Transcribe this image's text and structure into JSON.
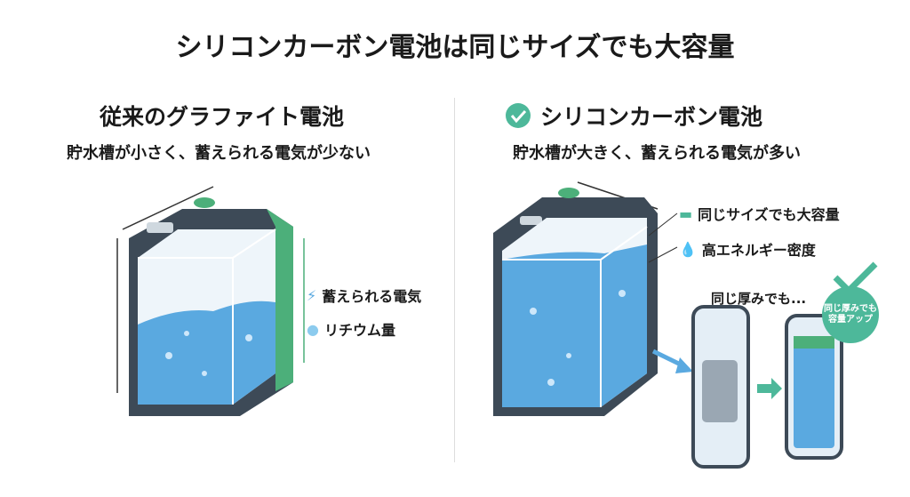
{
  "title": "シリコンカーボン電池は同じサイズでも大容量",
  "left": {
    "heading": "従来のグラファイト電池",
    "subheading": "貯水槽が小さく、蓄えられる電気が少ない",
    "labels": [
      {
        "icon": "lightning-icon",
        "text": "蓄えられる電気"
      },
      {
        "icon": "dot-icon",
        "text": "リチウム量"
      }
    ],
    "fill_level": 0.45
  },
  "right": {
    "heading": "シリコンカーボン電池",
    "subheading": "貯水槽が大きく、蓄えられる電気が多い",
    "labels": [
      {
        "icon": "battery-icon",
        "text": "同じサイズでも大容量"
      },
      {
        "icon": "droplet-icon",
        "text": "高エネルギー密度"
      }
    ],
    "phone_caption": "同じ厚みでも...",
    "badge": "同じ厚みでも容量アップ",
    "fill_level": 0.9
  },
  "colors": {
    "accent": "#4db89a",
    "water": "#5aa9e0",
    "frame": "#3d4a57",
    "green": "#4caf7a"
  }
}
